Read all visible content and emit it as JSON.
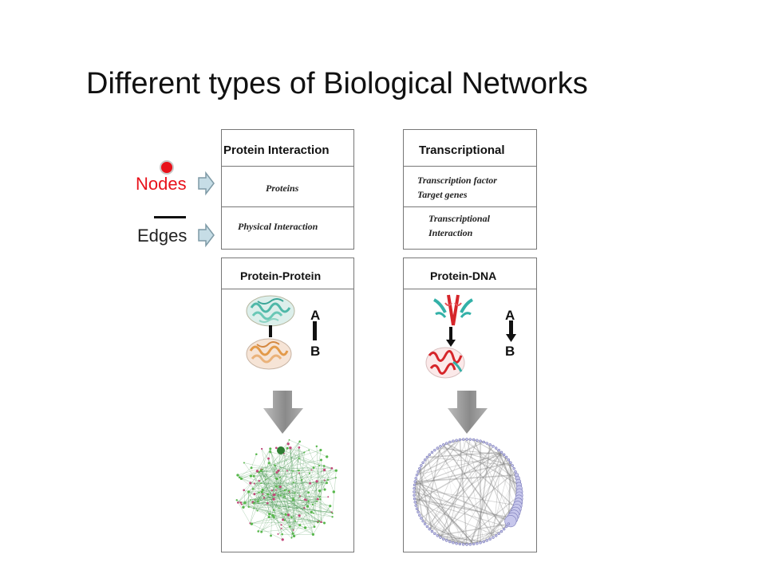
{
  "title": "Different types of Biological Networks",
  "legend": {
    "nodes_label": "Nodes",
    "edges_label": "Edges",
    "nodes_color": "#e8121b"
  },
  "columns": [
    {
      "header": "Protein Interaction",
      "nodes": [
        "Proteins"
      ],
      "edges": [
        "Physical Interaction"
      ],
      "panel_header": "Protein-Protein",
      "node_a": "A",
      "node_b": "B"
    },
    {
      "header": "Transcriptional",
      "nodes": [
        "Transcription factor",
        "Target genes"
      ],
      "edges": [
        "Transcriptional",
        "Interaction"
      ],
      "panel_header": "Protein-DNA",
      "node_a": "A",
      "node_b": "B"
    }
  ]
}
